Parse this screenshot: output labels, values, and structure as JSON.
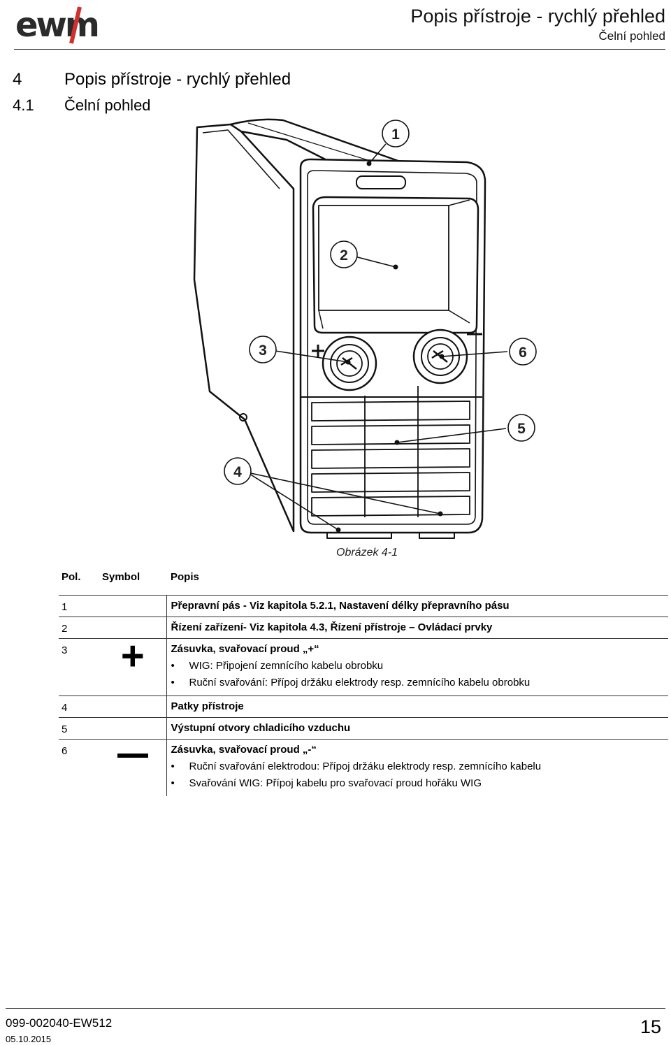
{
  "logo_text": "ewm",
  "header": {
    "title": "Popis přístroje - rychlý přehled",
    "subtitle": "Čelní pohled"
  },
  "heading1": {
    "number": "4",
    "text": "Popis přístroje - rychlý přehled"
  },
  "heading2": {
    "number": "4.1",
    "text": "Čelní pohled"
  },
  "figure": {
    "callouts": [
      "1",
      "2",
      "3",
      "4",
      "5",
      "6"
    ],
    "caption": "Obrázek 4-1"
  },
  "legend": {
    "headers": {
      "pol": "Pol.",
      "symbol": "Symbol",
      "desc": "Popis"
    },
    "rows": [
      {
        "pol": "1",
        "symbol": "",
        "title": "Přepravní pás - Viz kapitola 5.2.1, Nastavení délky přepravního pásu",
        "bullets": []
      },
      {
        "pol": "2",
        "symbol": "",
        "title": "Řízení zařízení- Viz kapitola 4.3, Řízení přístroje – Ovládací prvky",
        "bullets": []
      },
      {
        "pol": "3",
        "symbol": "+",
        "title": "Zásuvka, svařovací proud „+“",
        "bullets": [
          "WIG: Připojení zemnícího kabelu obrobku",
          "Ruční svařování: Přípoj držáku elektrody resp. zemnícího kabelu obrobku"
        ]
      },
      {
        "pol": "4",
        "symbol": "",
        "title": "Patky přístroje",
        "bullets": []
      },
      {
        "pol": "5",
        "symbol": "",
        "title": "Výstupní otvory chladicího vzduchu",
        "bullets": []
      },
      {
        "pol": "6",
        "symbol": "−",
        "title": "Zásuvka, svařovací proud „-“",
        "bullets": [
          "Ruční svařování elektrodou: Přípoj držáku elektrody resp. zemnícího kabelu",
          "Svařování WIG: Přípoj kabelu pro svařovací proud hořáku WIG"
        ]
      }
    ]
  },
  "footer": {
    "doc_number": "099-002040-EW512",
    "date": "05.10.2015",
    "page": "15"
  }
}
